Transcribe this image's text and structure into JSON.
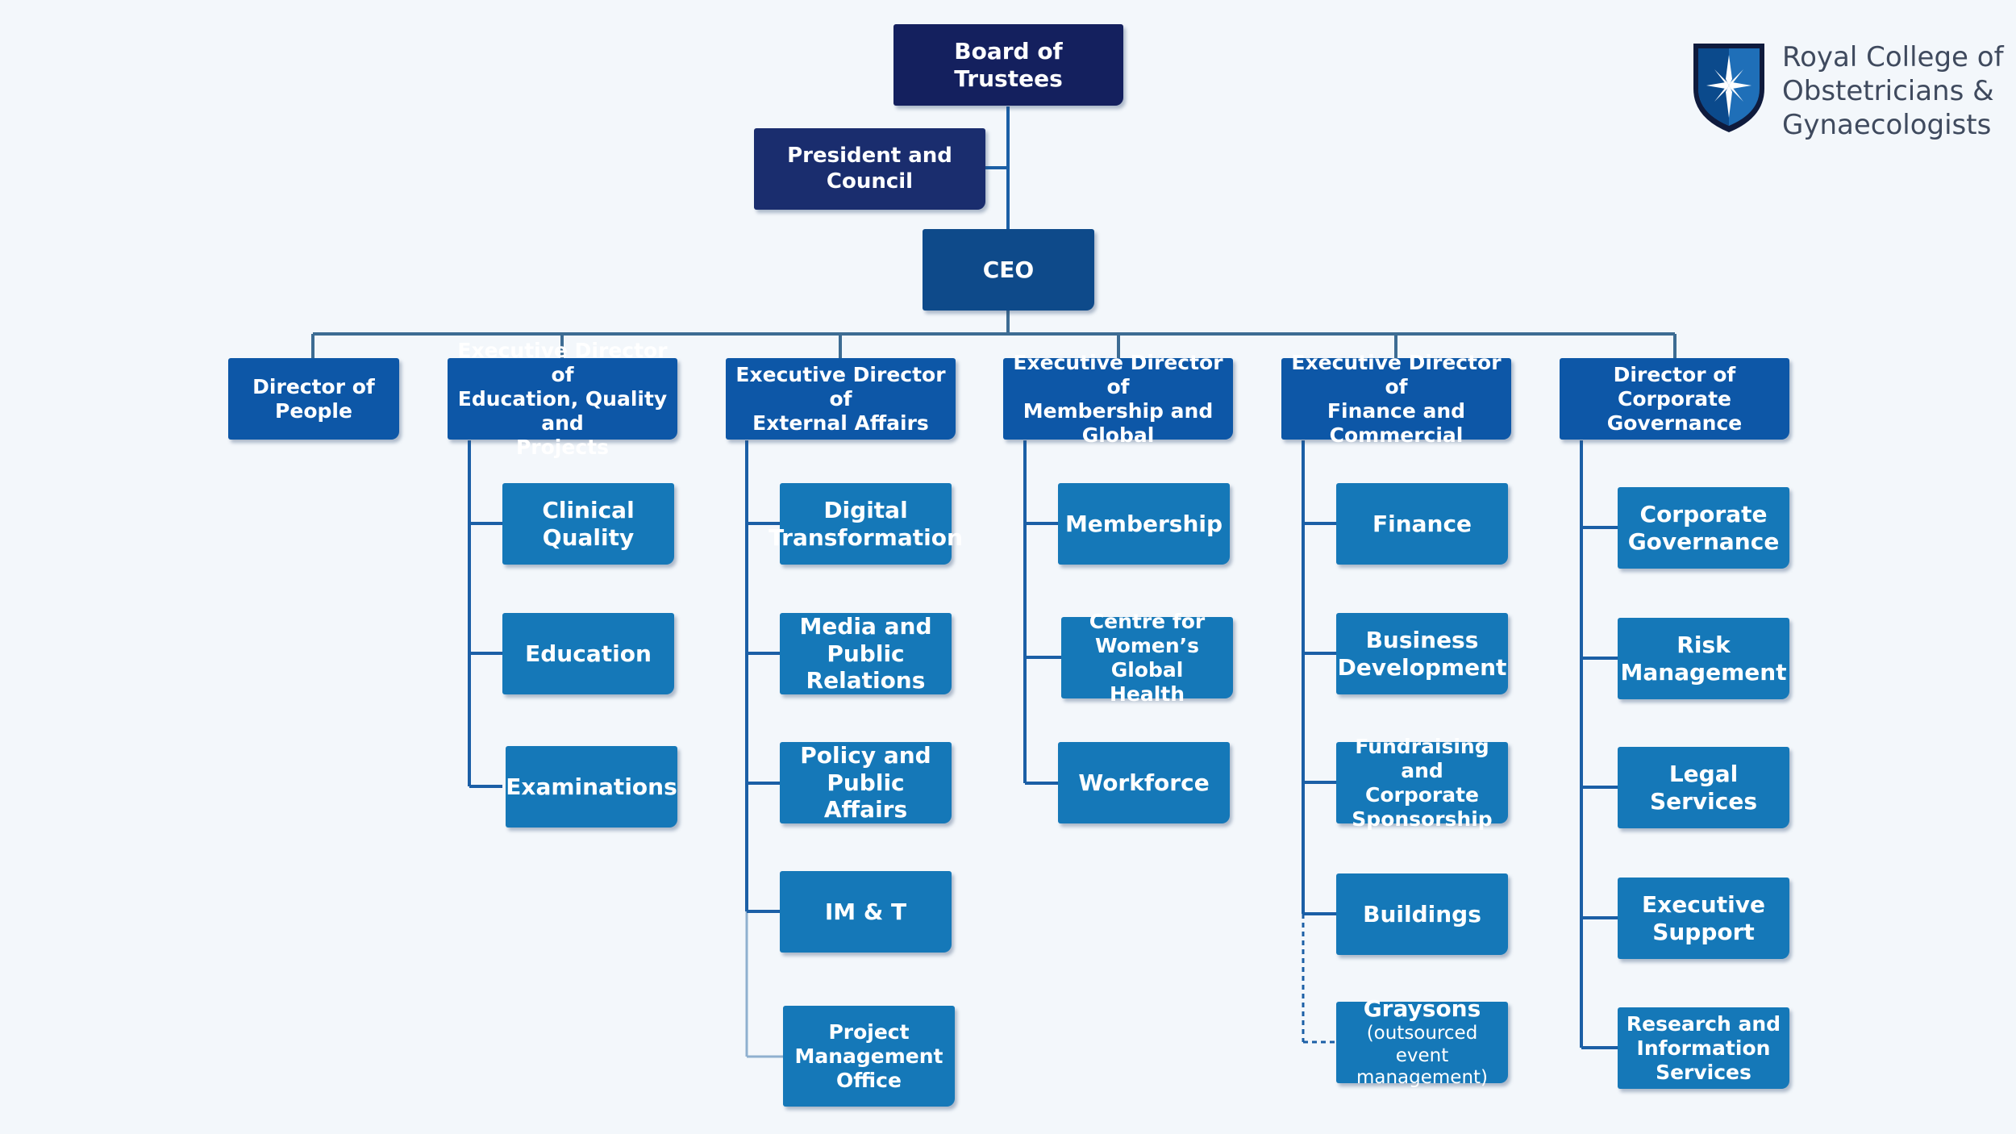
{
  "logo": {
    "line1": "Royal College of",
    "line2": "Obstetricians &",
    "line3": "Gynaecologists"
  },
  "colors": {
    "background": "#f3f7fb",
    "board": "#14205e",
    "president": "#1a2d6e",
    "ceo": "#0e4a8a",
    "director": "#0d57a7",
    "department": "#1578b8",
    "connector": "#1b5fa6",
    "connector_top": "#3d6c93"
  },
  "top": {
    "board": "Board of Trustees",
    "president": "President and Council",
    "ceo": "CEO"
  },
  "directors": [
    {
      "lines": [
        "Director of",
        "People"
      ],
      "departments": []
    },
    {
      "lines": [
        "Executive Director of",
        "Education, Quality and",
        "Projects"
      ],
      "departments": [
        {
          "lines": [
            "Clinical Quality"
          ]
        },
        {
          "lines": [
            "Education"
          ]
        },
        {
          "lines": [
            "Examinations"
          ]
        }
      ]
    },
    {
      "lines": [
        "Executive Director of",
        "External Affairs"
      ],
      "departments": [
        {
          "lines": [
            "Digital",
            "Transformation"
          ]
        },
        {
          "lines": [
            "Media and",
            "Public",
            "Relations"
          ]
        },
        {
          "lines": [
            "Policy and",
            "Public Affairs"
          ]
        },
        {
          "lines": [
            "IM & T"
          ]
        },
        {
          "lines": [
            "Project",
            "Management",
            "Office"
          ]
        }
      ]
    },
    {
      "lines": [
        "Executive Director of",
        "Membership and",
        "Global"
      ],
      "departments": [
        {
          "lines": [
            "Membership"
          ]
        },
        {
          "lines": [
            "Centre for",
            "Women’s Global",
            "Health"
          ]
        },
        {
          "lines": [
            "Workforce"
          ]
        }
      ]
    },
    {
      "lines": [
        "Executive Director of",
        "Finance and",
        "Commercial"
      ],
      "departments": [
        {
          "lines": [
            "Finance"
          ]
        },
        {
          "lines": [
            "Business",
            "Development"
          ]
        },
        {
          "lines": [
            "Fundraising and",
            "Corporate",
            "Sponsorship"
          ]
        },
        {
          "lines": [
            "Buildings"
          ]
        },
        {
          "lines": [
            "Graysons"
          ],
          "sub": [
            "(outsourced event",
            "management)"
          ]
        }
      ]
    },
    {
      "lines": [
        "Director of Corporate",
        "Governance"
      ],
      "departments": [
        {
          "lines": [
            "Corporate",
            "Governance"
          ]
        },
        {
          "lines": [
            "Risk",
            "Management"
          ]
        },
        {
          "lines": [
            "Legal Services"
          ]
        },
        {
          "lines": [
            "Executive",
            "Support"
          ]
        },
        {
          "lines": [
            "Research and",
            "Information",
            "Services"
          ]
        }
      ]
    }
  ]
}
